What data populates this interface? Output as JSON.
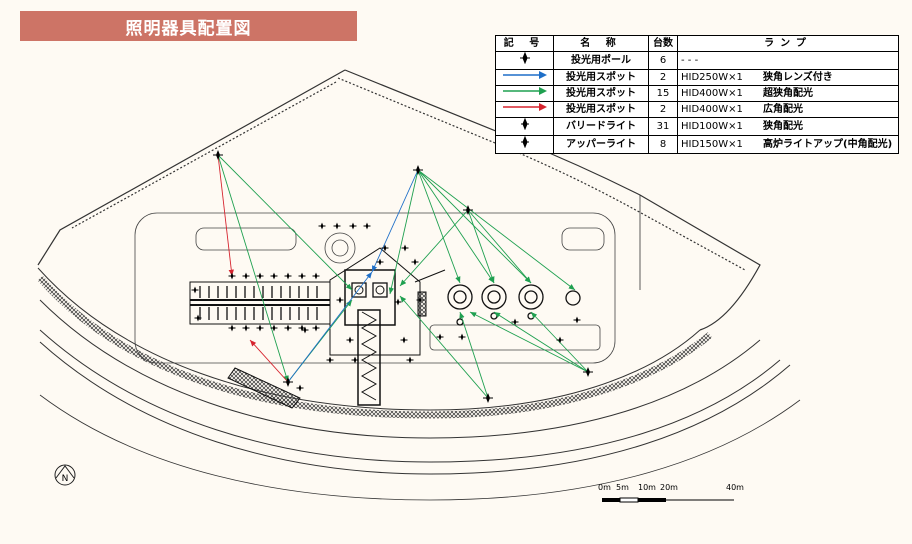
{
  "title": "照明器具配置図",
  "legend": {
    "headers": {
      "symbol": "記 号",
      "name": "名 称",
      "count": "台数",
      "lamp": "ランプ"
    },
    "rows": [
      {
        "icon": "pole-icon",
        "name": "投光用ポール",
        "count": "6",
        "model": "- - -",
        "desc": ""
      },
      {
        "icon": "blue-arrow-icon",
        "color": "#1e6fc8",
        "name": "投光用スポット",
        "count": "2",
        "model": "HID250W×1",
        "desc": "狭角レンズ付き"
      },
      {
        "icon": "green-arrow-icon",
        "color": "#1fa050",
        "name": "投光用スポット",
        "count": "15",
        "model": "HID400W×1",
        "desc": "超狭角配光"
      },
      {
        "icon": "red-arrow-icon",
        "color": "#d6242f",
        "name": "投光用スポット",
        "count": "2",
        "model": "HID400W×1",
        "desc": "広角配光"
      },
      {
        "icon": "bollard-light-icon",
        "name": "バリードライト",
        "count": "31",
        "model": "HID100W×1",
        "desc": "狭角配光"
      },
      {
        "icon": "upper-light-icon",
        "name": "アッパーライト",
        "count": "8",
        "model": "HID150W×1",
        "desc": "高炉ライトアップ(中角配光)"
      }
    ]
  },
  "scale": {
    "labels": [
      "0m",
      "5m",
      "10m",
      "20m",
      "40m"
    ]
  },
  "north_label": "N"
}
